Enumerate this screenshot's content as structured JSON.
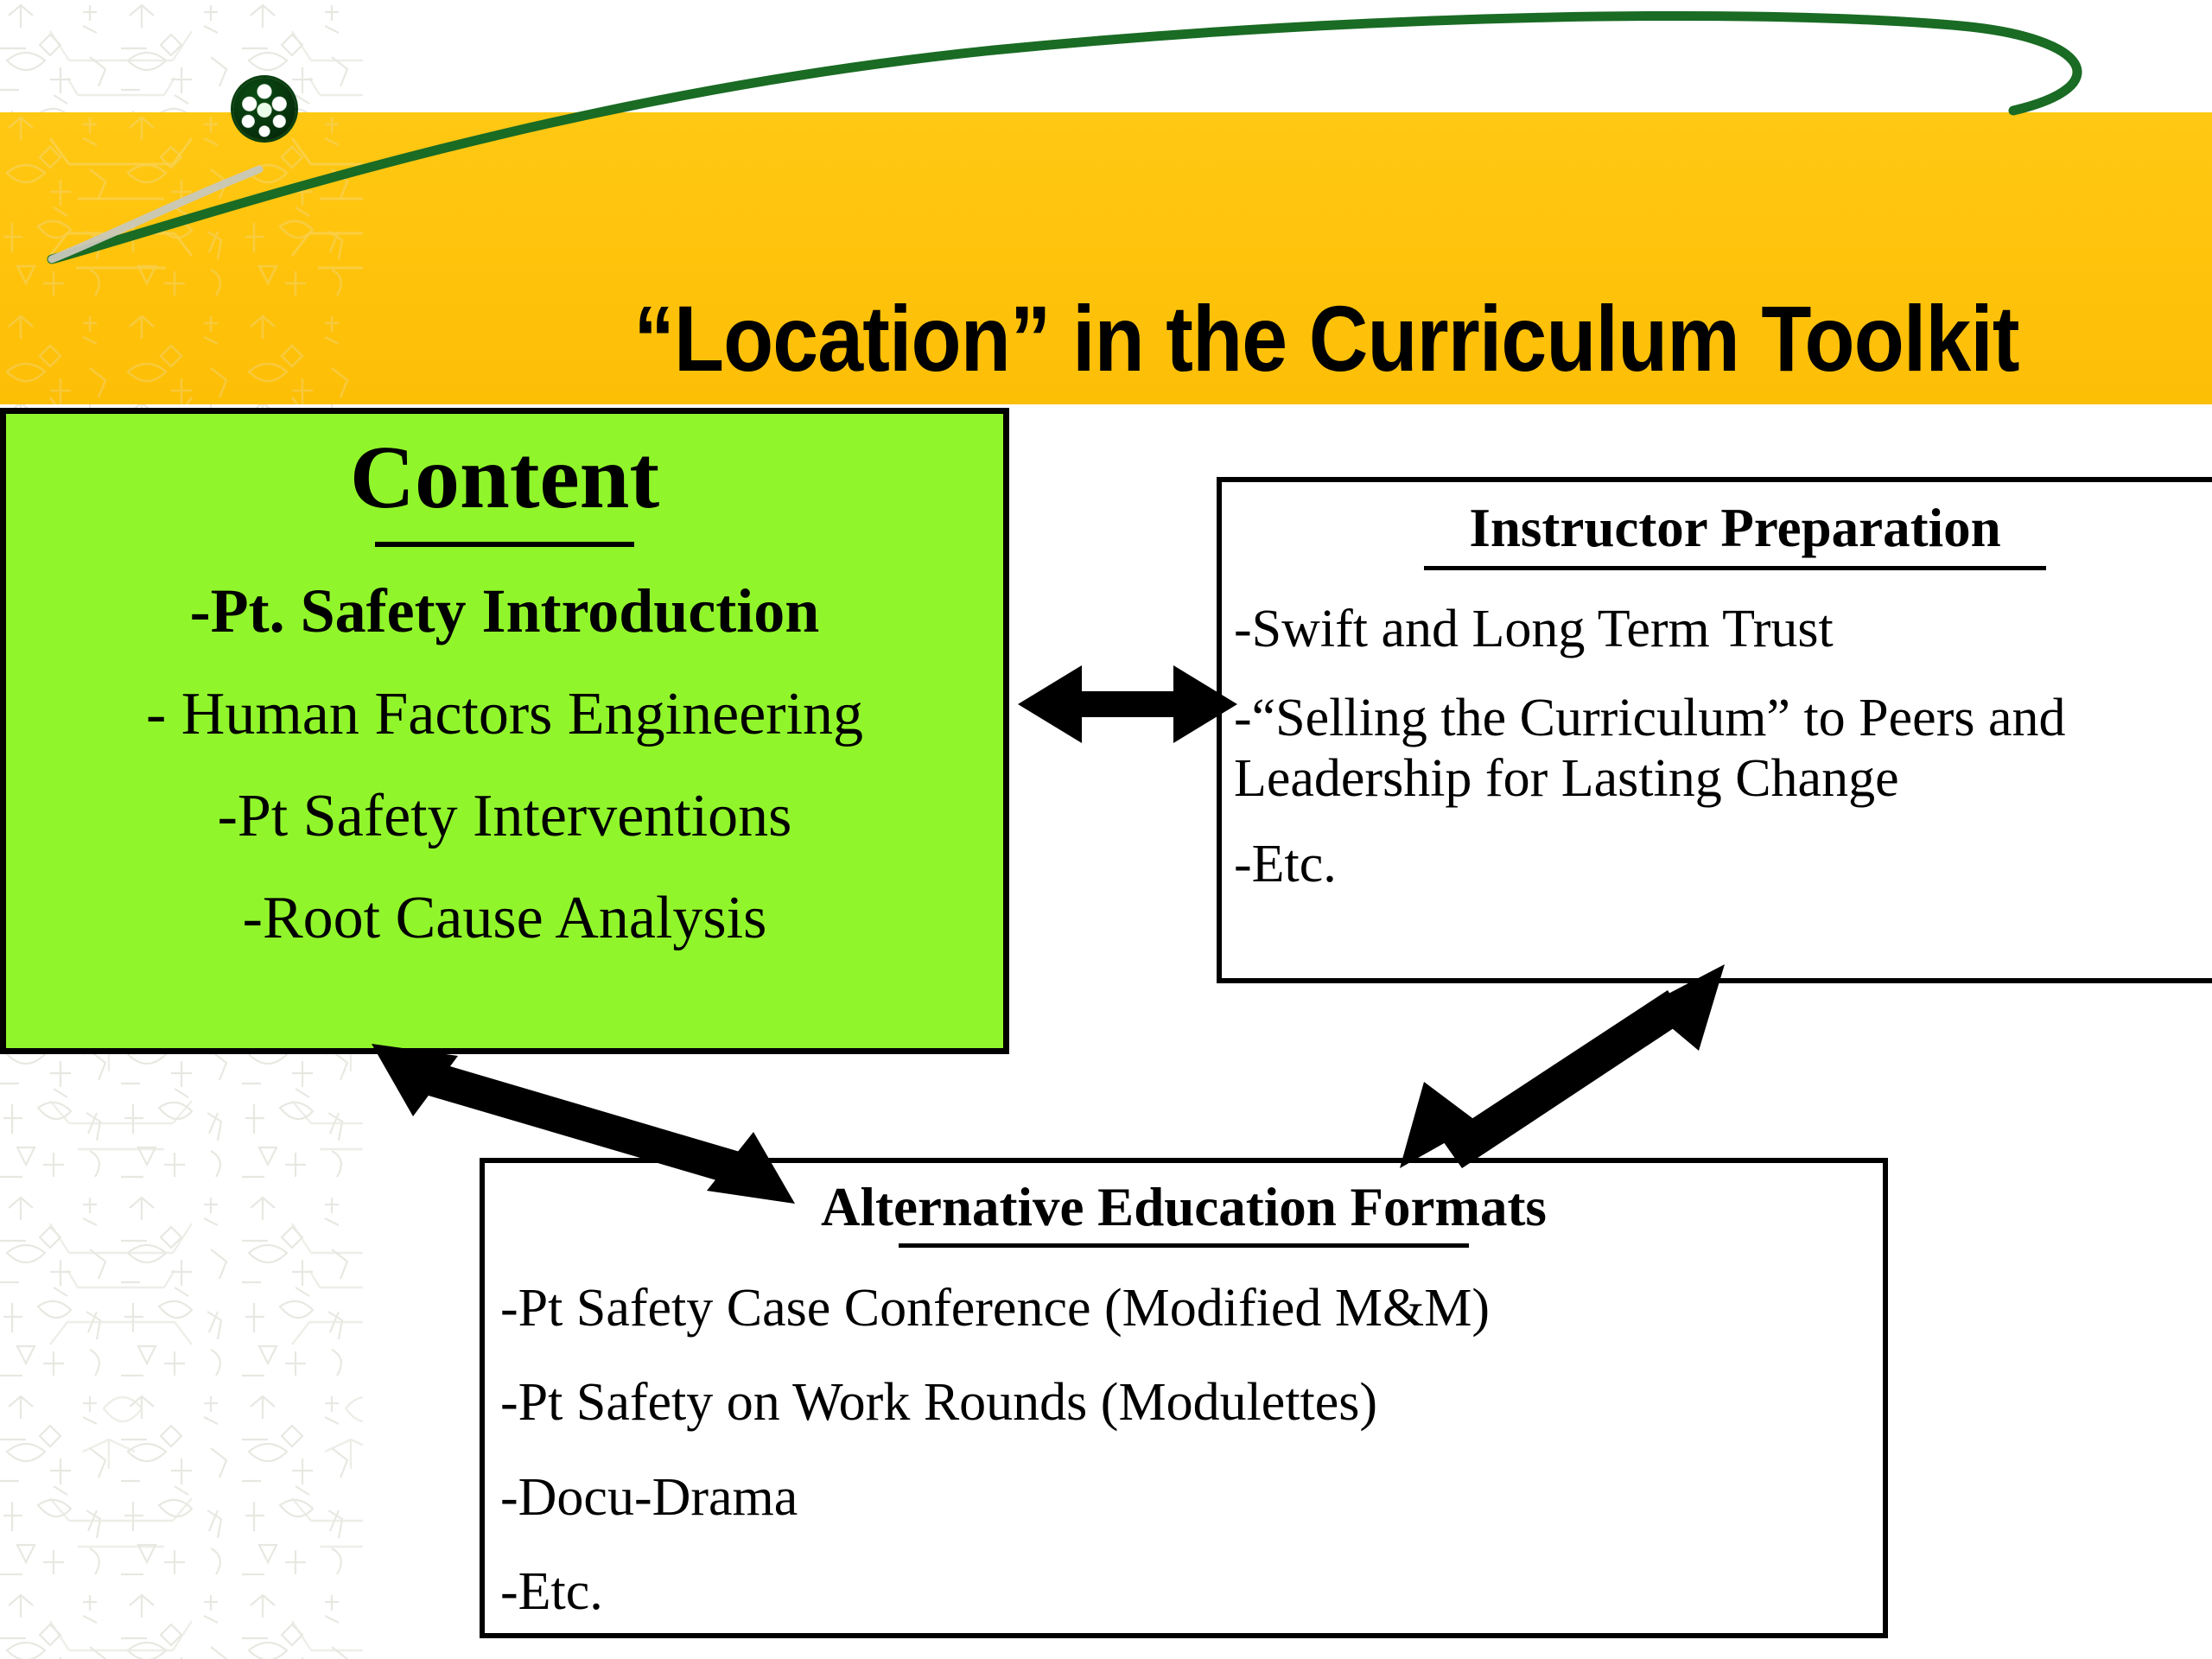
{
  "slide": {
    "title": "“Location” in the Curriculum Toolkit",
    "banner_color": "#FFC30C",
    "accent_green": "#91F52B",
    "swoosh_color": "#1A6B24",
    "text_color": "#000000"
  },
  "content_box": {
    "heading": "Content",
    "items": [
      "-Pt. Safety Introduction",
      "- Human Factors Engineering",
      "-Pt Safety Interventions",
      "-Root Cause Analysis"
    ]
  },
  "instructor_box": {
    "heading": "Instructor Preparation",
    "items": [
      "-Swift and Long Term Trust",
      "-“Selling the Curriculum” to Peers and Leadership for Lasting Change",
      "-Etc."
    ]
  },
  "alt_box": {
    "heading": "Alternative Education Formats",
    "items": [
      "-Pt Safety Case Conference (Modified M&M)",
      "-Pt Safety on Work Rounds (Modulettes)",
      "-Docu-Drama",
      "-Etc."
    ]
  },
  "connectors": [
    {
      "name": "content-to-instructor",
      "style": "double-headed"
    },
    {
      "name": "content-to-alt-formats",
      "style": "double-headed"
    },
    {
      "name": "alt-formats-to-instructor",
      "style": "double-headed"
    }
  ]
}
